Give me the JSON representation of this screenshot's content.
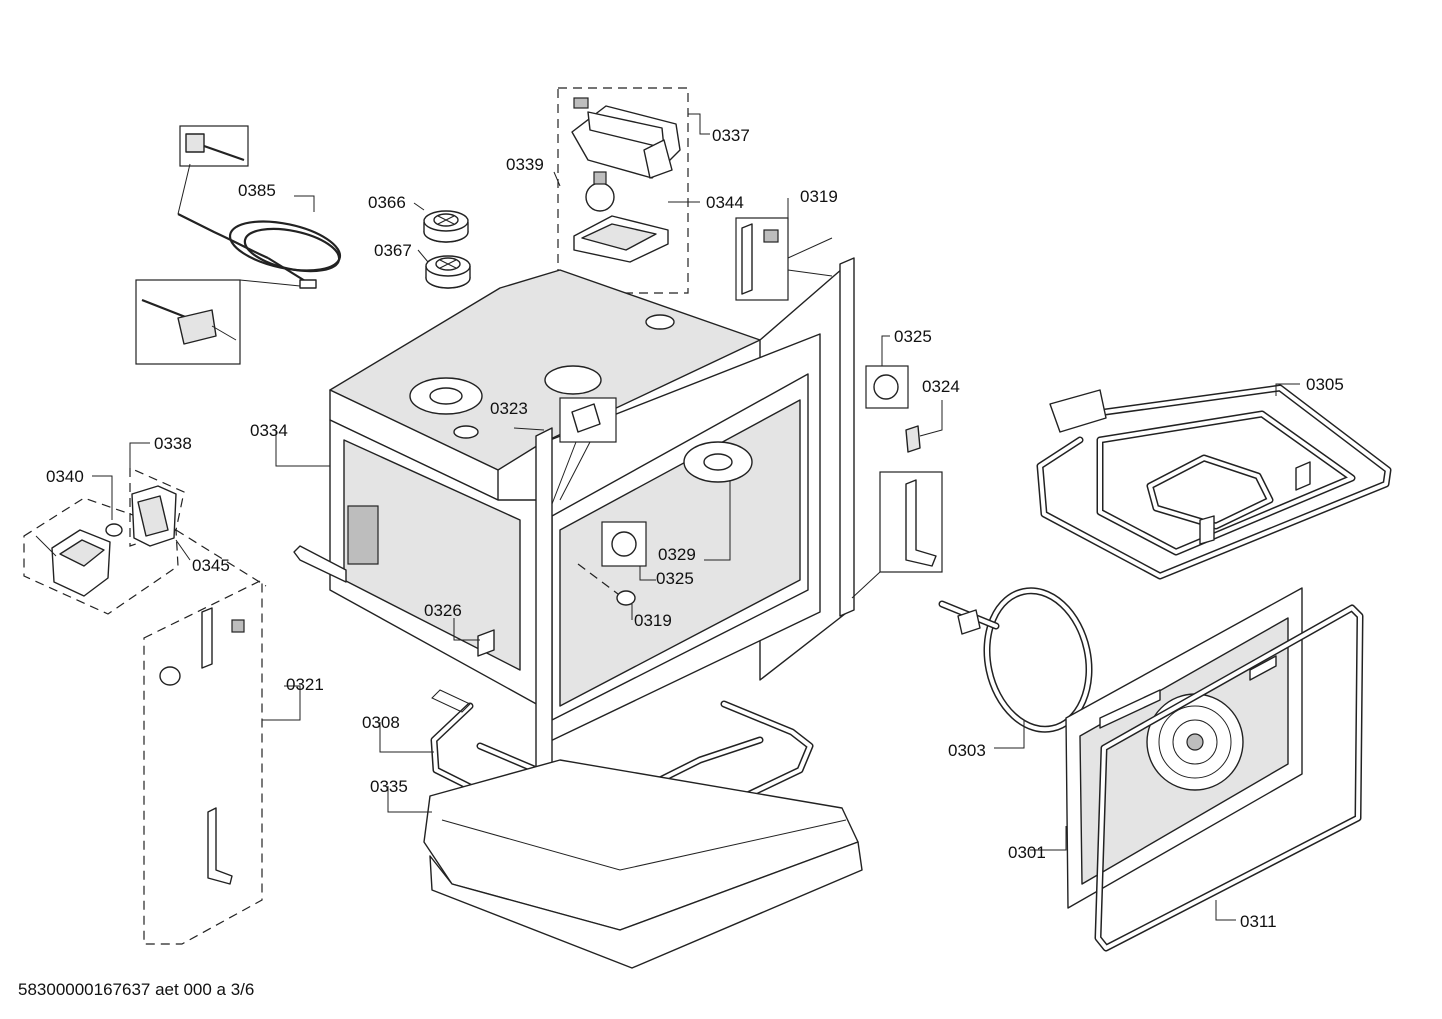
{
  "footer": {
    "document_id": "58300000167637 aet 000 a 3/6"
  },
  "callouts": {
    "c0385": "0385",
    "c0366": "0366",
    "c0367": "0367",
    "c0339": "0339",
    "c0337": "0337",
    "c0344": "0344",
    "c0319_top": "0319",
    "c0325_right": "0325",
    "c0324": "0324",
    "c0305": "0305",
    "c0338": "0338",
    "c0340": "0340",
    "c0345": "0345",
    "c0334": "0334",
    "c0323": "0323",
    "c0329": "0329",
    "c0325_mid": "0325",
    "c0319_mid": "0319",
    "c0326": "0326",
    "c0321": "0321",
    "c0308": "0308",
    "c0335": "0335",
    "c0303": "0303",
    "c0301": "0301",
    "c0311": "0311"
  }
}
